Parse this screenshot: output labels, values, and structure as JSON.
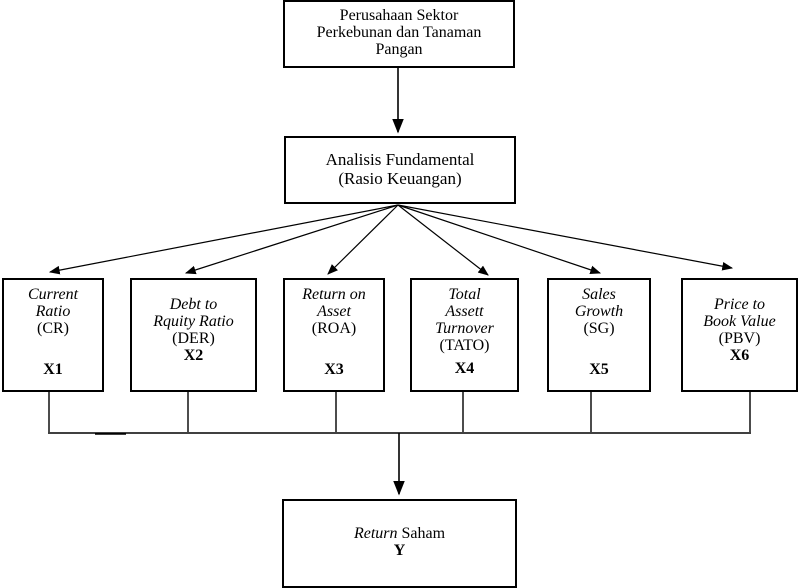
{
  "top": {
    "lines": [
      "Perusahaan Sektor",
      "Perkebunan dan Tanaman",
      "Pangan"
    ]
  },
  "middle": {
    "lines": [
      "Analisis Fundamental",
      "(Rasio Keuangan)"
    ]
  },
  "variables": [
    {
      "line1": "Current",
      "line2": "Ratio",
      "abbr": "(CR)",
      "code": "X1"
    },
    {
      "line1": "Debt to",
      "line2": "Rquity Ratio",
      "abbr": "(DER)",
      "code": "X2"
    },
    {
      "line1": "Return on",
      "line2": "Asset",
      "abbr": "(ROA)",
      "code": "X3"
    },
    {
      "line1": "Total",
      "line2": "Assett",
      "line3": "Turnover",
      "abbr": "(TATO)",
      "code": "X4"
    },
    {
      "line1": "Sales",
      "line2": "Growth",
      "abbr": "(SG)",
      "code": "X5"
    },
    {
      "line1": "Price to",
      "line2": "Book Value",
      "abbr": "(PBV)",
      "code": "X6"
    }
  ],
  "bottom": {
    "italic": "Return",
    "plain": " Saham",
    "code": "Y"
  }
}
